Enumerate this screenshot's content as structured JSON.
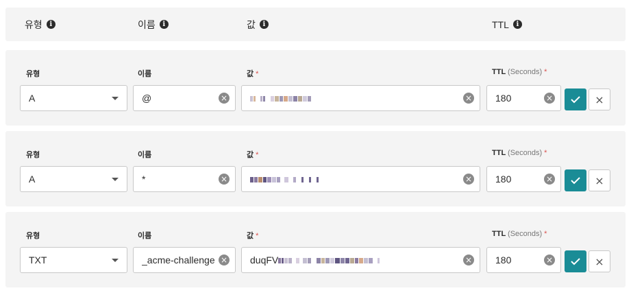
{
  "header": {
    "col_type": "유형",
    "col_name": "이름",
    "col_value": "값",
    "col_ttl": "TTL"
  },
  "labels": {
    "type": "유형",
    "name": "이름",
    "value": "값",
    "ttl": "TTL",
    "ttl_unit": "(Seconds)",
    "required": "*"
  },
  "records": [
    {
      "type": "A",
      "name": "@",
      "value_prefix": "",
      "ttl": "180"
    },
    {
      "type": "A",
      "name": "*",
      "value_prefix": "",
      "ttl": "180"
    },
    {
      "type": "TXT",
      "name": "_acme-challenge",
      "value_prefix": "duqFV",
      "ttl": "180"
    }
  ],
  "icons": {
    "info": "info-circle-icon",
    "dropdown": "chevron-down-icon",
    "clear": "clear-circle-icon",
    "confirm": "check-icon",
    "cancel": "close-icon"
  },
  "colors": {
    "accent": "#1a8c96",
    "required": "#d9534f",
    "panel": "#f4f4f4"
  }
}
